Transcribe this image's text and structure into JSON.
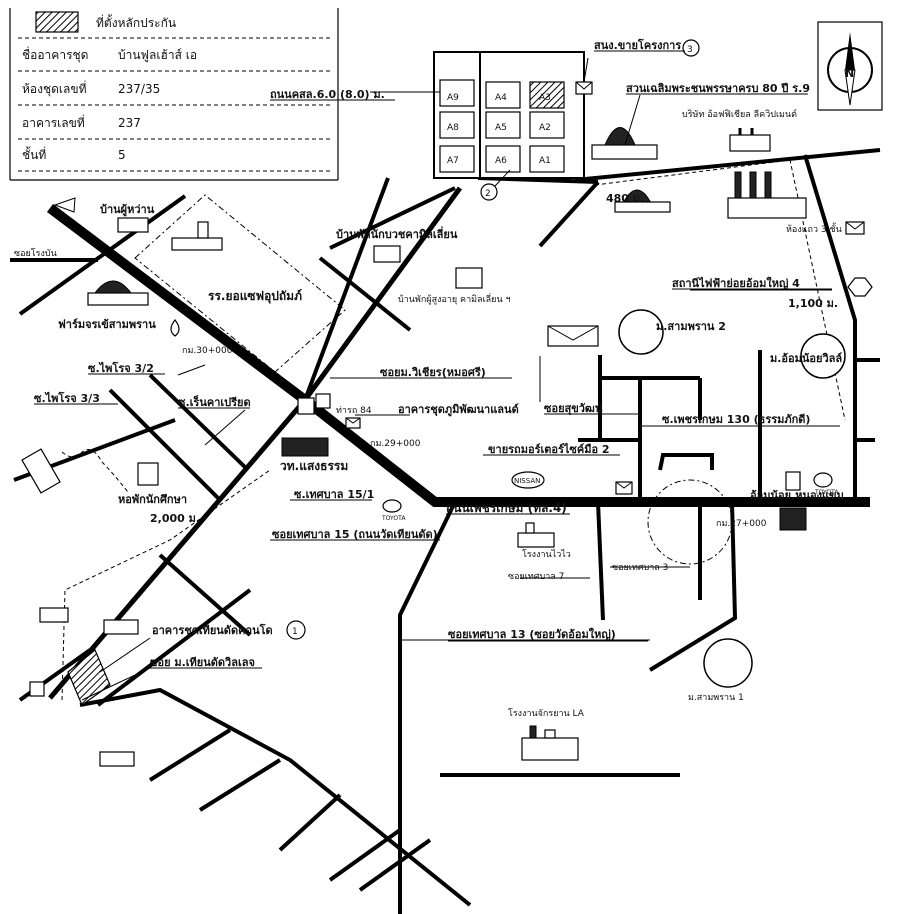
{
  "info": {
    "legend_label": "ที่ตั้งหลักประกัน",
    "rows": [
      {
        "label": "ชื่ออาคารชุด",
        "value": "บ้านฟูลเฮ้าส์ เอ"
      },
      {
        "label": "ห้องชุดเลขที่",
        "value": "237/35"
      },
      {
        "label": "อาคารเลขที่",
        "value": "237"
      },
      {
        "label": "ชั้นที่",
        "value": "5"
      }
    ]
  },
  "compass": {
    "letter": "N"
  },
  "blocks": [
    "A9",
    "A4",
    "A3",
    "A8",
    "A5",
    "A2",
    "A7",
    "A6",
    "A1"
  ],
  "markers": {
    "one": "1",
    "two": "2",
    "three": "3"
  },
  "labels": {
    "sales_office": "สนง.ขายโครงการ",
    "park": "สวนเฉลิมพระชนพรรษาครบ 80 ปี ร.9",
    "road_sl": "ถนนคสล.6.0 (8.0) ม.",
    "company": "บริษัท อ้อฟฟิเชียล ลีควิปเมนต์",
    "dist_480": "480 ม.",
    "shophouse": "ห้องแถว 3 ชั้น",
    "substation": "สถานีไฟฟ้าย่อยอ้อมใหญ่ 4",
    "dist_1100": "1,100 ม.",
    "village_om_noi": "ม.อ้อมน้อยวิลล์",
    "village_sp2": "ม.สามพราน 2",
    "soi_sukha": "ซอยสุขวัฒน์",
    "soi_phetkasem130": "ซ.เพชรเกษม 130 (ธรรมภักดี)",
    "motorcycle": "ขายรถมอร์เตอร์ไซค์มือ 2",
    "phetkasem_road": "ถนนเพชรเกษม (ทล.4)",
    "om_noi": "อ้อมน้อย,หนองแขม",
    "km27": "กม.27+000",
    "factory_waiwai": "โรงงานไวไว",
    "soi_tb7": "ซอยเทศบาล 7",
    "soi_tb3": "ซอยเทศบาล 3",
    "soi_tb13": "ซอยเทศบาล 13 (ซอยวัดอ้อมใหญ่)",
    "village_sp1": "ม.สามพราน 1",
    "factory_la": "โรงงานจักรยาน LA",
    "phuwan": "บ้านผู้หว่าน",
    "soi_rongban": "ซอยโรงบัน",
    "farm": "ฟาร์มจรเข้สามพราน",
    "school": "รร.ยอแซฟอุปถัมภ์",
    "km30": "กม.30+000",
    "monastery": "บ้านพักนักบวชคามิลเลี่ยน",
    "elderly": "บ้านพักผู้สูงอายุ คามิลเลี่ยน ฯ",
    "soi_pairot32": "ซ.ไพโรจ 3/2",
    "soi_pairot33": "ซ.ไพโรจ 3/3",
    "soi_rencha": "ซ.เร็นคาเปรียด",
    "soi_wichian": "ซอยม.วิเชียร(หมอศรี)",
    "pier": "ท่ารถ 84",
    "phumiphat": "อาคารชุดภูมิพัฒนาแลนด์",
    "college": "วท.แสงธรรม",
    "km29": "กม.29+000",
    "soi_tb151": "ซ.เทศบาล 15/1",
    "dorm": "หอพักนักศึกษา",
    "dist_2000": "2,000 ม.",
    "soi_tb15": "ซอยเทศบาล 15 (ถนนวัดเทียนดัด)",
    "condo_tiandat": "อาคารชุดเทียนดัดคอนโด",
    "soi_tiandat_village": "ซอย ม.เทียนดัดวิลเลจ",
    "toyota": "TOYOTA",
    "nissan": "NISSAN"
  }
}
